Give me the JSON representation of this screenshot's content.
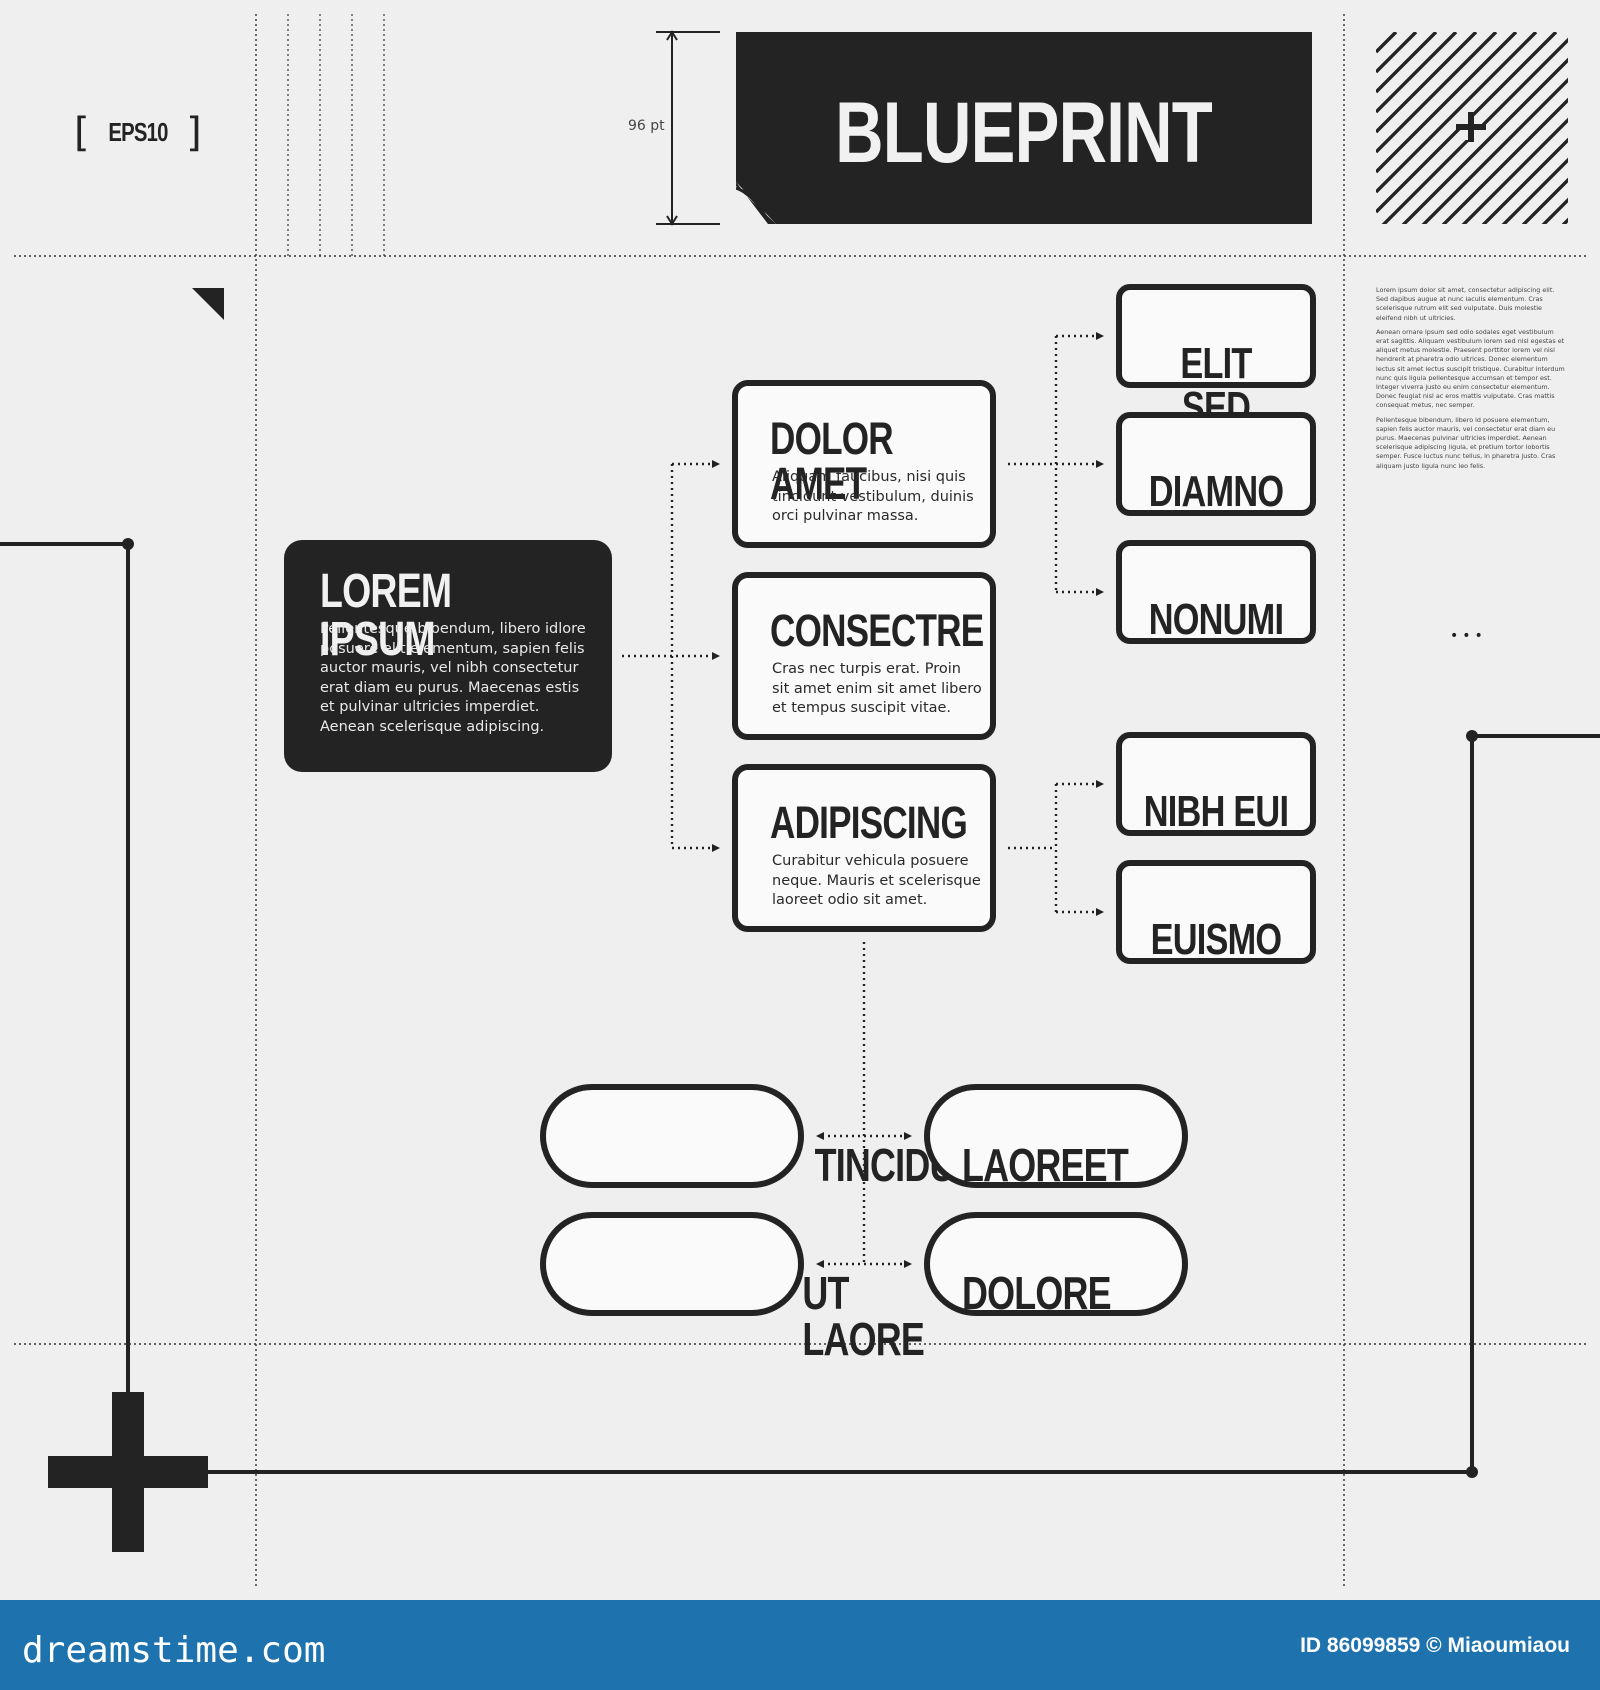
{
  "header": {
    "eps_label": "EPS10",
    "bracket_open": "[",
    "bracket_close": "]",
    "measure_label": "96 pt",
    "title": "BLUEPRINT"
  },
  "root": {
    "title": "LOREM IPSUM",
    "body": "Pellentesque bibendum, libero idlore posuere elit elementum, sapien felis auctor mauris, vel nibh consectetur erat diam eu purus. Maecenas estis et pulvinar ultricies imperdiet. Aenean scelerisque adipiscing."
  },
  "nodes": [
    {
      "title": "DOLOR AMET",
      "body": "Aliquam faucibus, nisi quis tincidunt vestibulum, duinis orci pulvinar massa."
    },
    {
      "title": "CONSECTRE",
      "body": "Cras nec turpis erat. Proin sit amet enim sit amet libero et tempus suscipit vitae."
    },
    {
      "title": "ADIPISCING",
      "body": "Curabitur vehicula posuere neque. Mauris et scelerisque laoreet odio sit amet."
    }
  ],
  "leaves": [
    "ELIT SED",
    "DIAMNO",
    "NONUMI",
    "NIBH EUI",
    "EUISMO"
  ],
  "pills": [
    "TINCIDUN",
    "LAOREET",
    "UT LAORE",
    "DOLORE"
  ],
  "side_text": [
    "Lorem ipsum dolor sit amet, consectetur adipiscing elit. Sed dapibus augue at nunc iaculis elementum. Cras scelerisque rutrum elit sed vulputate. Duis molestie eleifend nibh ut ultricies.",
    "Aenean ornare ipsum sed odio sodales eget vestibulum erat sagittis. Aliquam vestibulum lorem sed nisl egestas et aliquet metus molestie. Praesent porttitor lorem vel nisi hendrerit at pharetra odio ultrices. Donec elementum lectus sit amet lectus suscipit tristique. Curabitur interdum nunc quis ligula pellentesque accumsan et tempor est. Integer viverra justo eu enim consectetur elementum. Donec feugiat nisl ac eros mattis vulputate. Cras mattis consequat metus, nec semper.",
    "Pellentesque bibendum, libero id posuere elementum, sapien felis auctor mauris, vel consectetur erat diam eu purus. Maecenas pulvinar ultricies imperdiet. Aenean scelerisque adipiscing ligula, et pretium tortor lobortis semper. Fusce luctus nunc tellus, in pharetra justo. Cras aliquam justo ligula nunc leo felis."
  ],
  "ellipsis": "•••",
  "footer": {
    "brand": "dreamstime.com",
    "image_id": "ID 86099859 © Miaoumiaou",
    "bar_color": "#1e73ae"
  },
  "colors": {
    "ink": "#232323",
    "paper": "#efefef"
  }
}
